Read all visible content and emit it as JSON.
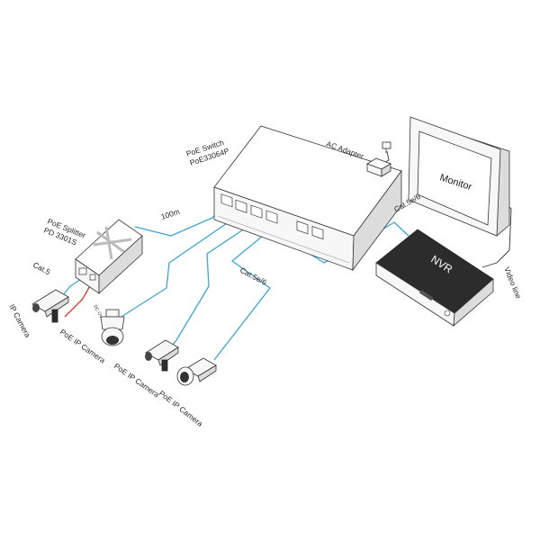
{
  "labels": {
    "poe_switch_line1": "PoE Switch",
    "poe_switch_line2": "PoE33064P",
    "ac_adapter": "AC Adapter",
    "monitor": "Monitor",
    "nvr": "NVR",
    "video_line": "Video line",
    "cat5e6_top": "Cat.5e/6",
    "cat5e6_mid": "Cat.5e/6",
    "length_100m": "100m",
    "poe_splitter_line1": "PoE Splitter",
    "poe_splitter_line2": "PD 3301S",
    "cat5": "Cat.5",
    "dc_out": "DC OUT",
    "ip_camera": "IP Camera",
    "poe_ip_camera_1": "PoE IP Camera",
    "poe_ip_camera_2": "PoE IP Camera",
    "poe_ip_camera_3": "PoE IP Camera"
  },
  "colors": {
    "cable": "#3ea4d3",
    "dc_cable": "#d23a2a",
    "outline": "#333333"
  }
}
